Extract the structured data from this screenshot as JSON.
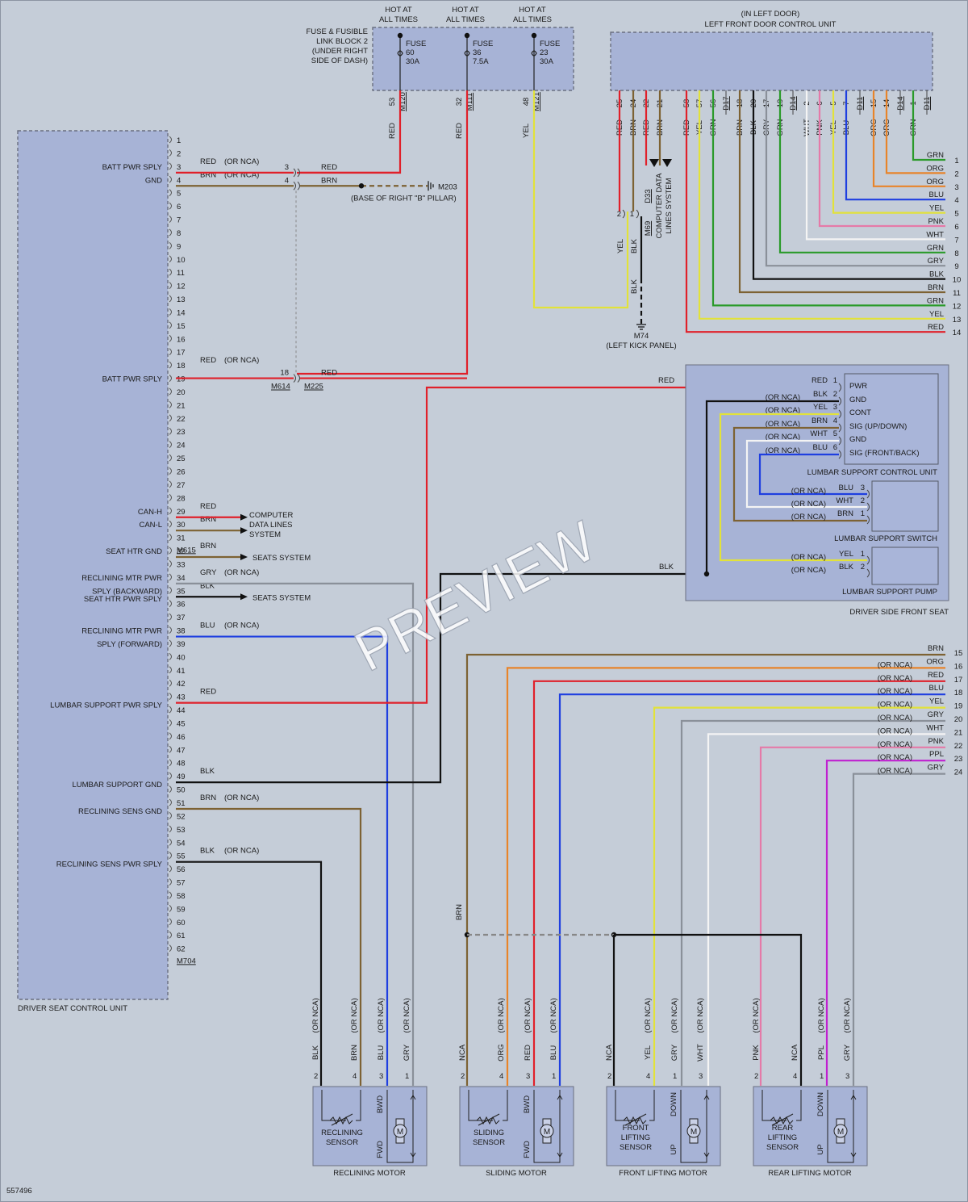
{
  "hot_label": [
    "HOT AT",
    "ALL TIMES"
  ],
  "fuse_block": {
    "lines": [
      "FUSE & FUSIBLE",
      "LINK BLOCK 2",
      "(UNDER RIGHT",
      "SIDE OF DASH)"
    ]
  },
  "fuses": [
    {
      "lines": [
        "FUSE",
        "60",
        "30A"
      ],
      "pin": "53",
      "conn": "M120",
      "wire": "RED"
    },
    {
      "lines": [
        "FUSE",
        "36",
        "7.5A"
      ],
      "pin": "32",
      "conn": "M111",
      "wire": "RED"
    },
    {
      "lines": [
        "FUSE",
        "23",
        "30A"
      ],
      "pin": "48",
      "conn": "M121",
      "wire": "YEL"
    }
  ],
  "door_unit": {
    "title": [
      "(IN LEFT DOOR)",
      "LEFT FRONT DOOR CONTROL UNIT"
    ]
  },
  "door_pins": [
    {
      "pin": "25",
      "color": "RED"
    },
    {
      "pin": "24",
      "color": "BRN"
    },
    {
      "pin": "22",
      "color": "RED"
    },
    {
      "pin": "21",
      "color": "BRN"
    },
    {
      "pin": "58",
      "color": "RED"
    },
    {
      "pin": "57",
      "color": "YEL"
    },
    {
      "pin": "56",
      "color": "GRN"
    },
    {
      "pin": "D17",
      "color": ""
    },
    {
      "pin": "18",
      "color": "BRN"
    },
    {
      "pin": "20",
      "color": "BLK"
    },
    {
      "pin": "17",
      "color": "GRY"
    },
    {
      "pin": "19",
      "color": "GRN"
    },
    {
      "pin": "D14",
      "color": ""
    },
    {
      "pin": "2",
      "color": "WHT"
    },
    {
      "pin": "6",
      "color": "PNK"
    },
    {
      "pin": "5",
      "color": "YEL"
    },
    {
      "pin": "7",
      "color": "BLU"
    },
    {
      "pin": "D11",
      "color": ""
    },
    {
      "pin": "15",
      "color": "ORG"
    },
    {
      "pin": "14",
      "color": "ORG"
    },
    {
      "pin": "D14",
      "color": ""
    },
    {
      "pin": "1",
      "color": "GRN"
    },
    {
      "pin": "D11",
      "color": ""
    }
  ],
  "door_right": [
    {
      "n": "1",
      "color": "GRN"
    },
    {
      "n": "2",
      "color": "ORG"
    },
    {
      "n": "3",
      "color": "ORG"
    },
    {
      "n": "4",
      "color": "BLU"
    },
    {
      "n": "5",
      "color": "YEL"
    },
    {
      "n": "6",
      "color": "PNK"
    },
    {
      "n": "7",
      "color": "WHT"
    },
    {
      "n": "8",
      "color": "GRN"
    },
    {
      "n": "9",
      "color": "GRY"
    },
    {
      "n": "10",
      "color": "BLK"
    },
    {
      "n": "11",
      "color": "BRN"
    },
    {
      "n": "12",
      "color": "GRN"
    },
    {
      "n": "13",
      "color": "YEL"
    },
    {
      "n": "14",
      "color": "RED"
    }
  ],
  "kick": {
    "conn": "M69",
    "lines": [
      "M74",
      "(LEFT KICK PANEL)"
    ],
    "d33": "D33",
    "cdl": [
      "COMPUTER DATA",
      "LINES SYSTEM"
    ]
  },
  "ground_m203": {
    "conn": "M203",
    "desc": "(BASE OF RIGHT \"B\" PILLAR)"
  },
  "dscu": {
    "title": "DRIVER SEAT CONTROL UNIT",
    "labels": [
      {
        "pin": 3,
        "text": "BATT PWR SPLY"
      },
      {
        "pin": 4,
        "text": "GND"
      },
      {
        "pin": 19,
        "text": "BATT PWR SPLY"
      },
      {
        "pin": 29,
        "text": "CAN-H"
      },
      {
        "pin": 30,
        "text": "CAN-L"
      },
      {
        "pin": 32,
        "text": "SEAT HTR GND"
      },
      {
        "pin": 34,
        "text": "RECLINING MTR PWR"
      },
      {
        "pin": 35,
        "text": "SPLY (BACKWARD)"
      },
      {
        "pin": 35.6,
        "text": "SEAT HTR PWR SPLY"
      },
      {
        "pin": 38,
        "text": "RECLINING MTR PWR"
      },
      {
        "pin": 39,
        "text": "SPLY (FORWARD)"
      },
      {
        "pin": 43.6,
        "text": "LUMBAR SUPPORT PWR SPLY"
      },
      {
        "pin": 49.6,
        "text": "LUMBAR SUPPORT GND"
      },
      {
        "pin": 51.6,
        "text": "RECLINING SENS GND"
      },
      {
        "pin": 55.6,
        "text": "RECLINING SENS PWR SPLY"
      }
    ],
    "conns": [
      {
        "pin": 31.9,
        "text": "M615"
      },
      {
        "pin": 62.9,
        "text": "M704"
      }
    ],
    "wires": [
      {
        "pin": 3,
        "color": "RED",
        "nca": "(OR NCA)"
      },
      {
        "pin": 4,
        "color": "BRN",
        "nca": "(OR NCA)"
      },
      {
        "pin": 18,
        "color": "RED",
        "nca": "(OR NCA)"
      },
      {
        "pin": 29,
        "color": "RED",
        "nca": ""
      },
      {
        "pin": 30,
        "color": "BRN",
        "nca": ""
      },
      {
        "pin": 32,
        "color": "BRN",
        "nca": ""
      },
      {
        "pin": 34,
        "color": "GRY",
        "nca": "(OR NCA)"
      },
      {
        "pin": 35,
        "color": "BLK",
        "nca": ""
      },
      {
        "pin": 38,
        "color": "BLU",
        "nca": "(OR NCA)"
      },
      {
        "pin": 43,
        "color": "RED",
        "nca": ""
      },
      {
        "pin": 49,
        "color": "BLK",
        "nca": ""
      },
      {
        "pin": 51,
        "color": "BRN",
        "nca": "(OR NCA)"
      },
      {
        "pin": 55,
        "color": "BLK",
        "nca": "(OR NCA)"
      }
    ]
  },
  "splice": {
    "left": [
      "3",
      "4",
      "18"
    ],
    "right_top": [
      "RED",
      "BRN"
    ],
    "right_18": "RED",
    "conn_left": "M614",
    "conn_right": "M225"
  },
  "systems": {
    "cdl": [
      "COMPUTER",
      "DATA LINES",
      "SYSTEM"
    ],
    "seats": "SEATS SYSTEM"
  },
  "red_to_lumbar": "RED",
  "blk_to_pump": "BLK",
  "lumbar_cu": {
    "title": "LUMBAR SUPPORT CONTROL UNIT",
    "pins": [
      {
        "n": "1",
        "color": "RED",
        "nca": "",
        "name": "PWR"
      },
      {
        "n": "2",
        "color": "BLK",
        "nca": "(OR NCA)",
        "name": "GND"
      },
      {
        "n": "3",
        "color": "YEL",
        "nca": "(OR NCA)",
        "name": "CONT"
      },
      {
        "n": "4",
        "color": "BRN",
        "nca": "(OR NCA)",
        "name": "SIG (UP/DOWN)"
      },
      {
        "n": "5",
        "color": "WHT",
        "nca": "(OR NCA)",
        "name": "GND"
      },
      {
        "n": "6",
        "color": "BLU",
        "nca": "(OR NCA)",
        "name": "SIG (FRONT/BACK)"
      }
    ]
  },
  "lumbar_sw": {
    "title": "LUMBAR SUPPORT SWITCH",
    "pins": [
      {
        "n": "3",
        "color": "BLU",
        "nca": "(OR NCA)"
      },
      {
        "n": "2",
        "color": "WHT",
        "nca": "(OR NCA)"
      },
      {
        "n": "1",
        "color": "BRN",
        "nca": "(OR NCA)"
      }
    ]
  },
  "lumbar_pump": {
    "title": "LUMBAR SUPPORT PUMP",
    "pins": [
      {
        "n": "1",
        "color": "YEL",
        "nca": "(OR NCA)"
      },
      {
        "n": "2",
        "color": "BLK",
        "nca": "(OR NCA)"
      }
    ]
  },
  "seat_label": "DRIVER SIDE FRONT SEAT",
  "right_lines": [
    {
      "n": "15",
      "color": "BRN",
      "nca": ""
    },
    {
      "n": "16",
      "color": "ORG",
      "nca": "(OR NCA)"
    },
    {
      "n": "17",
      "color": "RED",
      "nca": "(OR NCA)"
    },
    {
      "n": "18",
      "color": "BLU",
      "nca": "(OR NCA)"
    },
    {
      "n": "19",
      "color": "YEL",
      "nca": "(OR NCA)"
    },
    {
      "n": "20",
      "color": "GRY",
      "nca": "(OR NCA)"
    },
    {
      "n": "21",
      "color": "WHT",
      "nca": "(OR NCA)"
    },
    {
      "n": "22",
      "color": "PNK",
      "nca": "(OR NCA)"
    },
    {
      "n": "23",
      "color": "PPL",
      "nca": "(OR NCA)"
    },
    {
      "n": "24",
      "color": "GRY",
      "nca": "(OR NCA)"
    }
  ],
  "brn_vertical": "BRN",
  "motors": [
    {
      "name": "RECLINING MOTOR",
      "sensor": [
        "RECLINING",
        "SENSOR"
      ],
      "dir": [
        "BWD",
        "FWD"
      ],
      "pins": [
        {
          "n": "2",
          "color": "BLK",
          "nca": "(OR NCA)"
        },
        {
          "n": "4",
          "color": "BRN",
          "nca": "(OR NCA)"
        },
        {
          "n": "3",
          "color": "BLU",
          "nca": "(OR NCA)"
        },
        {
          "n": "1",
          "color": "GRY",
          "nca": "(OR NCA)"
        }
      ]
    },
    {
      "name": "SLIDING MOTOR",
      "sensor": [
        "SLIDING",
        "SENSOR"
      ],
      "dir": [
        "BWD",
        "FWD"
      ],
      "pins": [
        {
          "n": "2",
          "color": "NCA",
          "nca": ""
        },
        {
          "n": "4",
          "color": "ORG",
          "nca": "(OR NCA)"
        },
        {
          "n": "3",
          "color": "RED",
          "nca": "(OR NCA)"
        },
        {
          "n": "1",
          "color": "BLU",
          "nca": "(OR NCA)"
        }
      ]
    },
    {
      "name": "FRONT LIFTING MOTOR",
      "sensor": [
        "FRONT",
        "LIFTING",
        "SENSOR"
      ],
      "dir": [
        "DOWN",
        "UP"
      ],
      "pins": [
        {
          "n": "2",
          "color": "NCA",
          "nca": ""
        },
        {
          "n": "4",
          "color": "YEL",
          "nca": "(OR NCA)"
        },
        {
          "n": "1",
          "color": "GRY",
          "nca": "(OR NCA)"
        },
        {
          "n": "3",
          "color": "WHT",
          "nca": "(OR NCA)"
        }
      ]
    },
    {
      "name": "REAR LIFTING MOTOR",
      "sensor": [
        "REAR",
        "LIFTING",
        "SENSOR"
      ],
      "dir": [
        "DOWN",
        "UP"
      ],
      "pins": [
        {
          "n": "2",
          "color": "PNK",
          "nca": "(OR NCA)"
        },
        {
          "n": "4",
          "color": "NCA",
          "nca": ""
        },
        {
          "n": "1",
          "color": "PPL",
          "nca": "(OR NCA)"
        },
        {
          "n": "3",
          "color": "GRY",
          "nca": "(OR NCA)"
        }
      ]
    }
  ],
  "motor_glyph": "M",
  "diagram_id": "557496",
  "watermark": "PREVIEW",
  "palette": {
    "RED": "#e0202a",
    "BRN": "#7d6233",
    "YEL": "#e2e23a",
    "GRN": "#2a9a2a",
    "BLK": "#111111",
    "GRY": "#8a9099",
    "WHT": "#f4f4f4",
    "PNK": "#e57aa8",
    "BLU": "#1f3fe0",
    "ORG": "#e8842a",
    "PPL": "#c020d0",
    "NCA": "#111111"
  }
}
